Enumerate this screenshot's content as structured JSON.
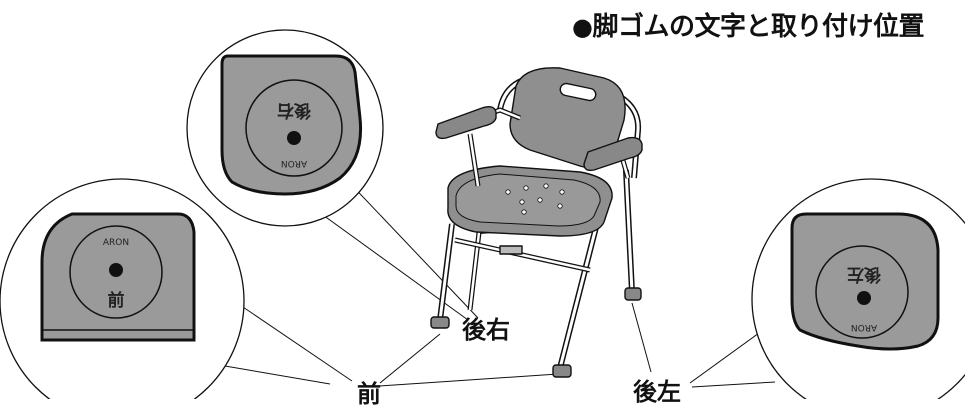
{
  "heading": {
    "bullet": "●",
    "text": "脚ゴムの文字と取り付け位置"
  },
  "labels": {
    "front": "前",
    "rear_right": "後右",
    "rear_left": "後左"
  },
  "pads": {
    "rear_right": {
      "kanji": "後右",
      "brand": "ARON",
      "rotated": true
    },
    "front": {
      "kanji": "前",
      "brand": "ARON",
      "rotated": false
    },
    "rear_left": {
      "kanji": "後左",
      "brand": "ARON",
      "rotated": true
    }
  },
  "colors": {
    "pad_fill": "#9a9a9a",
    "seat_fill": "#8f8f8f",
    "line": "#111111"
  }
}
